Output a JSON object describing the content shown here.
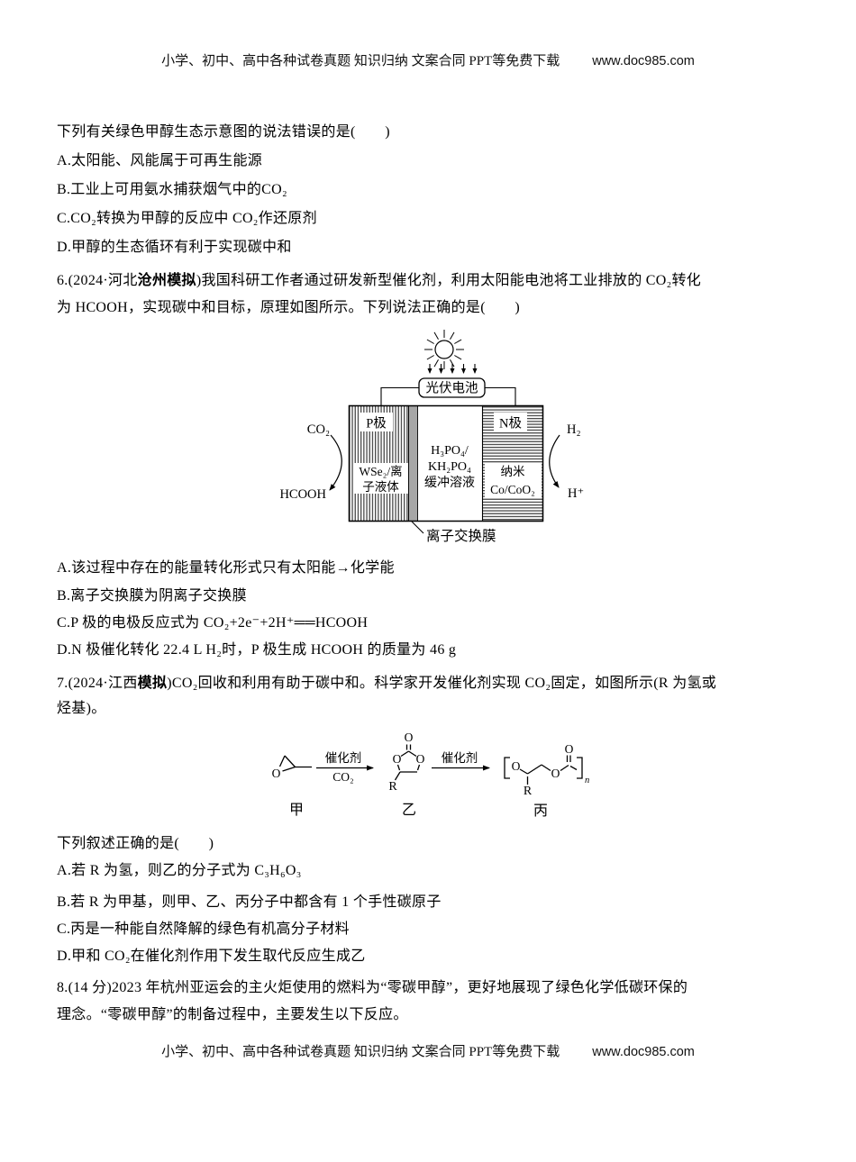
{
  "header": {
    "links_text": "小学、初中、高中各种试卷真题 知识归纳 文案合同 PPT等免费下载",
    "url": "www.doc985.com"
  },
  "footer": {
    "links_text": "小学、初中、高中各种试卷真题 知识归纳 文案合同 PPT等免费下载",
    "url": "www.doc985.com"
  },
  "q5": {
    "stem": "下列有关绿色甲醇生态示意图的说法错误的是(　　)",
    "options": {
      "a": "A.太阳能、风能属于可再生能源",
      "b": "B.工业上可用氨水捕获烟气中的CO₂",
      "c": "C.CO₂转换为甲醇的反应中 CO₂作还原剂",
      "d": "D.甲醇的生态循环有利于实现碳中和"
    }
  },
  "q6": {
    "stem_prefix": "6.(2024·河北",
    "stem_tag": "沧州模拟",
    "stem_line1_rest": ")我国科研工作者通过研发新型催化剂，利用太阳能电池将工业排放的 CO₂转化",
    "stem_line2": "为 HCOOH，实现碳中和目标，原理如图所示。下列说法正确的是(　　)",
    "figure": {
      "pv": "光伏电池",
      "p_label": "P极",
      "n_label": "N极",
      "p_mat1": "WSe₂/离",
      "p_mat2": "子液体",
      "elec1": "H₃PO₄/",
      "elec2": "KH₂PO₄",
      "elec3": "缓冲溶液",
      "n_mat1": "纳米",
      "n_mat2": "Co/CoO₂",
      "membrane": "离子交换膜",
      "in_left": "CO₂",
      "out_left": "HCOOH",
      "in_right": "H₂",
      "out_right": "H⁺"
    },
    "options": {
      "a": "A.该过程中存在的能量转化形式只有太阳能→化学能",
      "b": "B.离子交换膜为阴离子交换膜",
      "c": "C.P 极的电极反应式为 CO₂+2e⁻+2H⁺══HCOOH",
      "d": "D.N 极催化转化 22.4 L H₂时，P 极生成 HCOOH 的质量为 46 g"
    }
  },
  "q7": {
    "stem_prefix": "7.(2024·江西",
    "stem_tag": "模拟",
    "stem_line1_rest": ")CO₂回收和利用有助于碳中和。科学家开发催化剂实现 CO₂固定，如图所示(R 为氢或",
    "stem_line2": "烃基)。",
    "figure": {
      "cat1_top": "催化剂",
      "cat1_bottom": "CO₂",
      "cat2_top": "催化剂",
      "jia": "甲",
      "yi": "乙",
      "bing": "丙",
      "O": "O",
      "R": "R",
      "n": "n"
    },
    "stem2": "下列叙述正确的是(　　)",
    "options": {
      "a": "A.若 R 为氢，则乙的分子式为 C₃H₆O₃",
      "b": "B.若 R 为甲基，则甲、乙、丙分子中都含有 1 个手性碳原子",
      "c": "C.丙是一种能自然降解的绿色有机高分子材料",
      "d": "D.甲和 CO₂在催化剂作用下发生取代反应生成乙"
    }
  },
  "q8": {
    "line1": "8.(14 分)2023 年杭州亚运会的主火炬使用的燃料为“零碳甲醇”，更好地展现了绿色化学低碳环保的",
    "line2": "理念。“零碳甲醇”的制备过程中，主要发生以下反应。"
  }
}
